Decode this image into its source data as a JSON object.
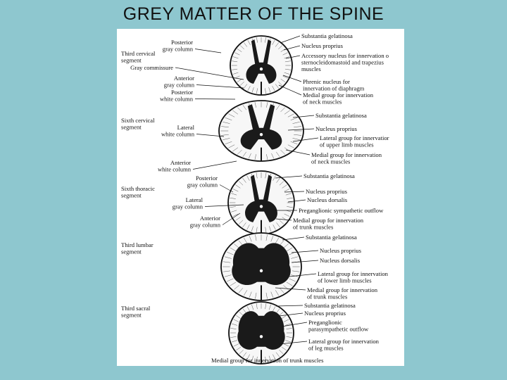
{
  "slide": {
    "title": "GREY MATTER OF THE SPINE"
  },
  "segments": [
    {
      "name": [
        "Third cervical",
        "segment"
      ],
      "left_labels": [
        [
          "Posterior",
          "gray column"
        ],
        [
          "Gray commissure"
        ],
        [
          "Anterior",
          "gray column"
        ],
        [
          "Posterior",
          "white column"
        ]
      ],
      "right_labels": [
        [
          "Substantia gelatinosa"
        ],
        [
          "Nucleus proprius"
        ],
        [
          "Accessory nucleus for innervation o",
          "sternocleidomastoid and trapezius",
          "muscles"
        ],
        [
          "Phrenic nucleus for",
          "innervation of diaphragm"
        ],
        [
          "Medial group for innervation",
          "of neck muscles"
        ]
      ]
    },
    {
      "name": [
        "Sixth cervical",
        "segment"
      ],
      "left_labels": [
        [
          "Lateral",
          "white column"
        ],
        [
          "Anterior",
          "white column"
        ]
      ],
      "right_labels": [
        [
          "Substantia gelatinosa"
        ],
        [
          "Nucleus proprius"
        ],
        [
          "Lateral group for innervatior",
          "of upper limb muscles"
        ],
        [
          "Medial group for innervation",
          "of neck muscles"
        ]
      ]
    },
    {
      "name": [
        "Sixth thoracic",
        "segment"
      ],
      "left_labels": [
        [
          "Posterior",
          "gray column"
        ],
        [
          "Lateral",
          "gray column"
        ],
        [
          "Anterior",
          "gray column"
        ]
      ],
      "right_labels": [
        [
          "Substantia gelatinosa"
        ],
        [
          "Nucleus proprius"
        ],
        [
          "Nucleus dorsalis"
        ],
        [
          "Preganglionic sympathetic outflow"
        ],
        [
          "Medial group for innervation",
          "of trunk muscles"
        ]
      ]
    },
    {
      "name": [
        "Third lumbar",
        "segment"
      ],
      "left_labels": [],
      "right_labels": [
        [
          "Substantia gelatinosa"
        ],
        [
          "Nucleus proprius"
        ],
        [
          "Nucleus dorsalis"
        ],
        [
          "Lateral group for innervation",
          "of lower limb muscles"
        ],
        [
          "Medial group for innervation",
          "of trunk muscles"
        ]
      ]
    },
    {
      "name": [
        "Third sacral",
        "segment"
      ],
      "left_labels": [],
      "right_labels": [
        [
          "Substantia gelatinosa"
        ],
        [
          "Nucleus proprius"
        ],
        [
          "Preganglionic",
          "parasympathetic outflow"
        ],
        [
          "Lateral group for innervation",
          "of leg muscles"
        ]
      ],
      "bottom_label": "Medial group for innervation of trunk muscles"
    }
  ]
}
